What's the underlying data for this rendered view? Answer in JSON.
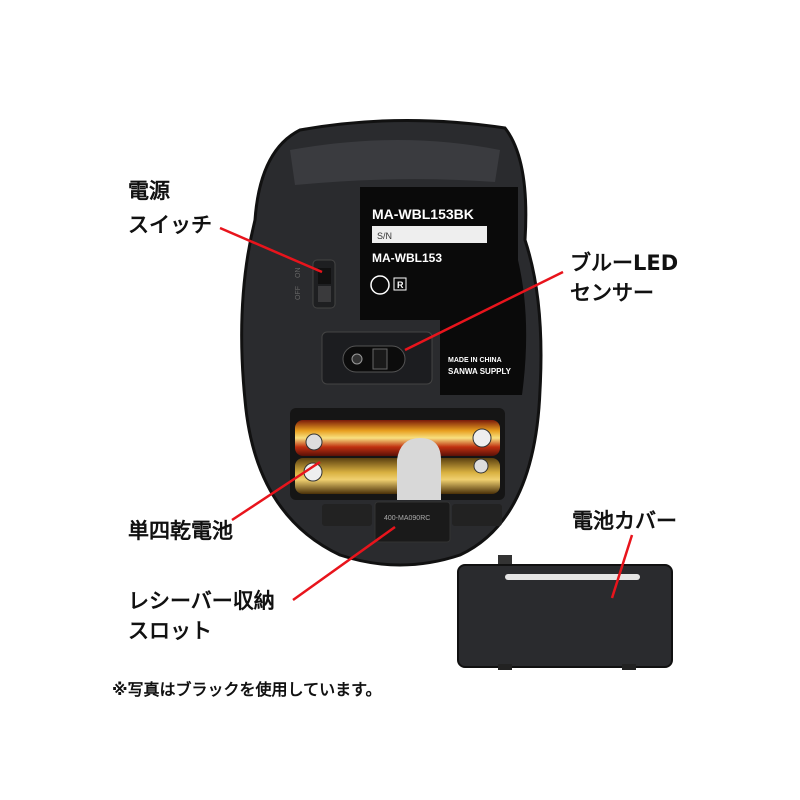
{
  "callouts": {
    "power_switch": [
      "電源",
      "スイッチ"
    ],
    "blue_led_sensor": [
      "ブルーLED",
      "センサー"
    ],
    "aaa_battery": "単四乾電池",
    "receiver_slot": [
      "レシーバー収納",
      "スロット"
    ],
    "battery_cover": "電池カバー"
  },
  "label_plate": {
    "model": "MA-WBL153BK",
    "serial_label": "S/N",
    "model_short": "MA-WBL153",
    "registered_mark": "R",
    "made_in": "MADE IN CHINA",
    "brand": "SANWA SUPPLY"
  },
  "switch_labels": {
    "off": "OFF",
    "on": "ON"
  },
  "receiver_slot_text": "400-MA090RC",
  "note": "※写真はブラックを使用しています。",
  "colors": {
    "callout_line": "#e8141c",
    "body": "#2a2b2e"
  }
}
